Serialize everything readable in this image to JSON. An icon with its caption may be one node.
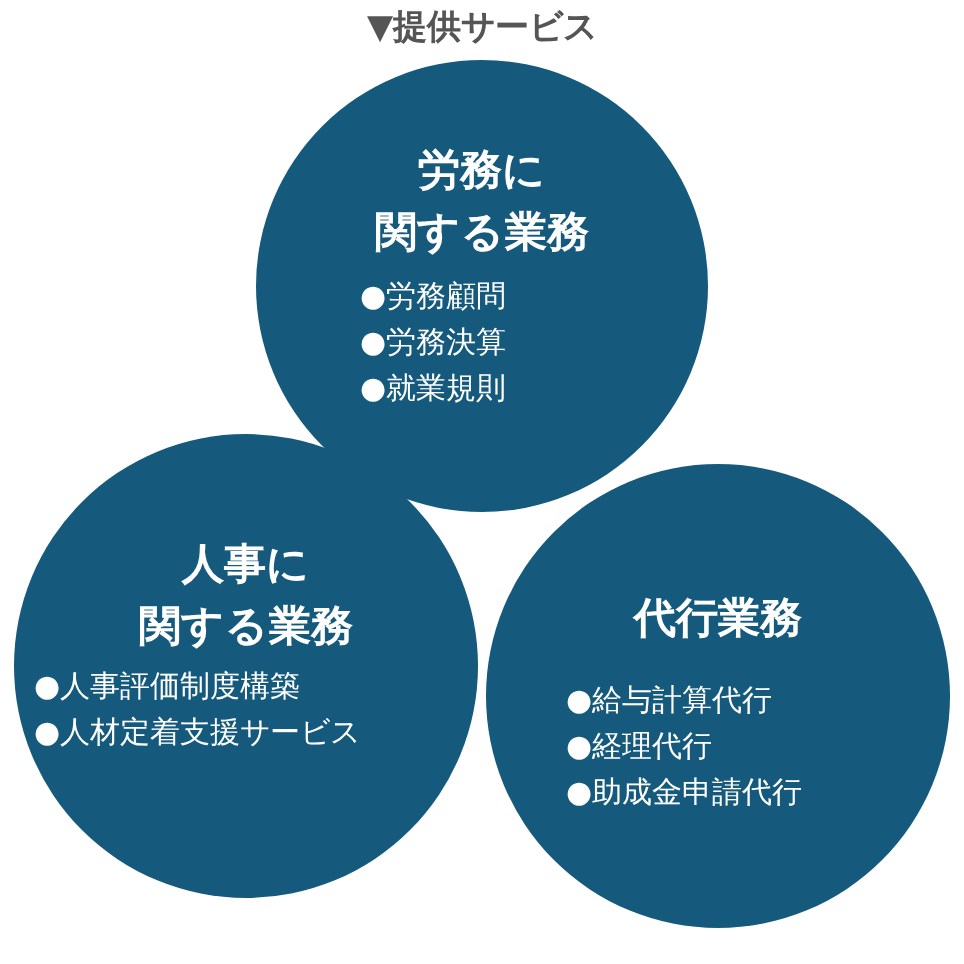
{
  "diagram": {
    "title": "▼提供サービス",
    "nodes": [
      {
        "text": [
          "労務に関する業務",
          "●労務顧問",
          "●労務決算",
          "●就業規則"
        ]
      },
      {
        "text": [
          "人事に関する業務",
          "●人事評価制度構築",
          "●人材定着支援サービス"
        ]
      },
      {
        "text": [
          "代行業務",
          "●給与計算代行",
          "●経理代行",
          "●助成金申請代行"
        ]
      }
    ],
    "edges": []
  }
}
